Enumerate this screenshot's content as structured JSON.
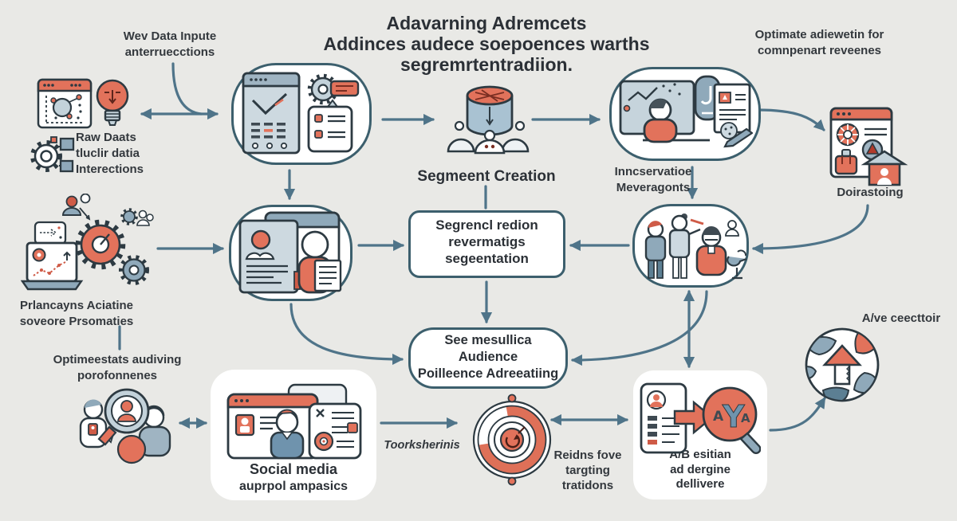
{
  "title": {
    "line1": "Adavarning Adremcets",
    "line2": "Addinces audece soepoences warths",
    "line3": "segremrtentradiion."
  },
  "labels": {
    "web_data": {
      "line1": "Wev Data Inpute",
      "line2": "anterruecctions"
    },
    "raw_data": {
      "line1": "Raw Daats",
      "line2": "tluclir datia",
      "line3": "Interections"
    },
    "optimate": {
      "line1": "Optimate adiewetin for",
      "line2": "comnpenart reveenes"
    },
    "segment_creation": "Segmeent Creation",
    "innservatioe": {
      "line1": "Inncservatioe",
      "line2": "Meveragonts"
    },
    "doirastoing": "Doirastoing",
    "prlancayns": {
      "line1": "Prlancayns Aciatine",
      "line2": "soveore Prsomaties"
    },
    "optimeestats": {
      "line1": "Optimeestats audiving",
      "line2": "porofonnenes"
    },
    "toorksherinis": "Toorksherinis",
    "reidns": {
      "line1": "Reidns fove",
      "line2": "targting",
      "line3": "tratidons"
    },
    "ave_cecttour": "A/ve ceecttoir"
  },
  "boxes": {
    "segrencl": {
      "line1": "Segrencl redion",
      "line2": "revermatigs",
      "line3": "segeentation"
    },
    "see_mesullica": {
      "line1": "See mesullica",
      "line2": "Audience",
      "line3": "Poilleence Adreeatiing"
    },
    "social_media": {
      "line1": "Social media",
      "line2": "auprpol ampasics"
    },
    "ab_test": {
      "line1": "A/B esitian",
      "line2": "ad dergine",
      "line3": "dellivere"
    }
  },
  "icons": {
    "top_left": [
      "browser-scatter-icon",
      "lightbulb-icon",
      "gear-flowchart-icon"
    ],
    "top_center": [
      "dashboard-gear-checklist-icon"
    ],
    "center_top": [
      "database-users-icon"
    ],
    "top_right": [
      "person-monitor-document-icon",
      "browser-avatars-house-icon"
    ],
    "middle_left": [
      "laptop-chart-gears-people-icon"
    ],
    "middle": [
      "profile-card-person-icon",
      "people-group-icon"
    ],
    "bottom": [
      "people-magnifier-icon",
      "social-browsers-icon",
      "target-icon",
      "ab-document-magnifier-icon",
      "globe-up-arrow-icon"
    ]
  },
  "colors": {
    "background": "#e9e9e6",
    "accent_orange": "#e2725b",
    "slate_blue": "#8fa9ba",
    "arrow": "#4f7489",
    "node_border": "#3c5f6d",
    "text": "#33383d"
  }
}
